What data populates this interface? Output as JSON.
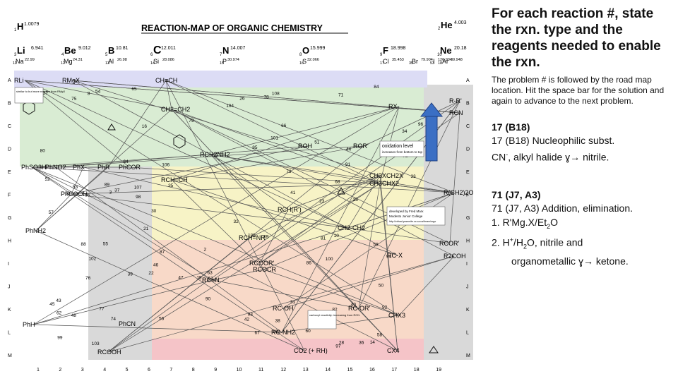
{
  "map": {
    "title": "REACTION-MAP OF ORGANIC CHEMISTRY",
    "elements_top": [
      {
        "sym": "H",
        "mass": "1.0079",
        "num": "1"
      },
      {
        "sym": "He",
        "mass": "4.003",
        "num": "2"
      }
    ],
    "elements_row2": [
      {
        "sym": "Li",
        "mass": "6.941",
        "num": "3"
      },
      {
        "sym": "Be",
        "mass": "9.012",
        "num": "4"
      },
      {
        "sym": "B",
        "mass": "10.81",
        "num": "5"
      },
      {
        "sym": "C",
        "mass": "12.011",
        "num": "6"
      },
      {
        "sym": "N",
        "mass": "14.007",
        "num": "7"
      },
      {
        "sym": "O",
        "mass": "15.999",
        "num": "8"
      },
      {
        "sym": "F",
        "mass": "18.998",
        "num": "9"
      },
      {
        "sym": "Ne",
        "mass": "20.18",
        "num": "10"
      }
    ],
    "elements_row3": [
      {
        "sym": "Na",
        "mass": "22.99",
        "num": "11"
      },
      {
        "sym": "Mg",
        "mass": "24.31",
        "num": "12"
      },
      {
        "sym": "Al",
        "mass": "26.98",
        "num": "13"
      },
      {
        "sym": "Si",
        "mass": "28.086",
        "num": "14"
      },
      {
        "sym": "P",
        "mass": "30.974",
        "num": "15"
      },
      {
        "sym": "S",
        "mass": "32.066",
        "num": "16"
      },
      {
        "sym": "Cl",
        "mass": "35.453",
        "num": "17"
      },
      {
        "sym": "Br",
        "mass": "79.904",
        "num": "35"
      },
      {
        "sym": "I",
        "mass": "126.904",
        "num": "53"
      },
      {
        "sym": "Ar",
        "mass": "39.948",
        "num": "18"
      }
    ],
    "row_letters": [
      "A",
      "B",
      "C",
      "D",
      "E",
      "F",
      "G",
      "H",
      "I",
      "J",
      "K",
      "L",
      "M"
    ],
    "col_numbers": [
      "1",
      "2",
      "3",
      "4",
      "5",
      "6",
      "7",
      "8",
      "9",
      "10",
      "11",
      "12",
      "13",
      "14",
      "15",
      "16",
      "17",
      "18",
      "19"
    ],
    "compounds": [
      {
        "t": "RLi"
      },
      {
        "t": "RMgX"
      },
      {
        "t": "CH≡CH"
      },
      {
        "t": "CH2=CH2"
      },
      {
        "t": "RX"
      },
      {
        "t": "R-R'"
      },
      {
        "t": "RCN"
      },
      {
        "t": "ROH"
      },
      {
        "t": "ROR'"
      },
      {
        "t": "RCH2NH2"
      },
      {
        "t": "PhSO3H"
      },
      {
        "t": "PhNO2"
      },
      {
        "t": "PhX"
      },
      {
        "t": "PhR"
      },
      {
        "t": "PhCOR"
      },
      {
        "t": "RCH=CH"
      },
      {
        "t": "CH3XCH2X"
      },
      {
        "t": "CH3CHX2"
      },
      {
        "t": "RCH(R')"
      },
      {
        "t": "R(CH2)2OH"
      },
      {
        "t": "RCH=NR"
      },
      {
        "t": "CH2-CH2"
      },
      {
        "t": "RCOOR'"
      },
      {
        "t": "RC-X"
      },
      {
        "t": "R2COH"
      },
      {
        "t": "RCOCR"
      },
      {
        "t": "RC≡N"
      },
      {
        "t": "RC-OH"
      },
      {
        "t": "RC-OR'"
      },
      {
        "t": "CHX3"
      },
      {
        "t": "RC-NH2"
      },
      {
        "t": "PhCN"
      },
      {
        "t": "RCOOH"
      },
      {
        "t": "CO2 (+ RH)"
      },
      {
        "t": "CX4"
      },
      {
        "t": "PhH"
      },
      {
        "t": "PhNH2"
      },
      {
        "t": "PhCOOH"
      },
      {
        "t": "RCOR'"
      }
    ],
    "arrow_numbers": [
      "2",
      "3",
      "8",
      "10",
      "14",
      "16",
      "19",
      "21",
      "22",
      "23",
      "25",
      "26",
      "27",
      "28",
      "30",
      "31",
      "32",
      "33",
      "34",
      "35",
      "36",
      "37",
      "38",
      "39",
      "40",
      "41",
      "42",
      "43",
      "44",
      "45",
      "46",
      "47",
      "48",
      "50",
      "51",
      "52",
      "53",
      "54",
      "55",
      "56",
      "57",
      "58",
      "59",
      "60",
      "61",
      "62",
      "63",
      "64",
      "65",
      "66",
      "67",
      "68",
      "69",
      "71",
      "72",
      "73",
      "74",
      "75",
      "76",
      "77",
      "78",
      "79",
      "80",
      "81",
      "82",
      "83",
      "84",
      "85",
      "86",
      "87",
      "88",
      "89",
      "90",
      "91",
      "92",
      "93",
      "94",
      "95",
      "96",
      "97",
      "98",
      "99",
      "100",
      "101",
      "102",
      "103",
      "104",
      "105",
      "106",
      "107",
      "108",
      "109"
    ],
    "notes": {
      "similar": "similar to but more reactive than RMgX",
      "oxidation": "oxidation level",
      "oxidation_sub": "increases from bottom to top",
      "credit1": "developed by Fred Marx",
      "credit2": "Modesto Junior College",
      "credit3": "http://virtual.yosemite.cc.ca.us/fmarx/orgo",
      "carboxyl": "carboxyl reactivity: increasing from RCN"
    }
  },
  "panel": {
    "title": "For each reaction #, state the rxn. type and the reagents needed to enable the rxn.",
    "hint": "The problem # is followed by the road map location.  Hit the space bar for the solution and again to advance to the next problem.",
    "p1_head": "17  (B18)",
    "p1_line1": "17 (B18)   Nucleophilic subst.",
    "p1_line2a": "CN",
    "p1_sup": "-",
    "p1_line2b": ", alkyl halide ",
    "p1_arrow": "ɣ→",
    "p1_line2c": " nitrile.",
    "p2_head": "71  (J7, A3)",
    "p2_line1": "71 (J7, A3)  Addition, elimination.",
    "p2_item1": "1.  R'Mg.X/Et",
    "p2_item1_sub": "2",
    "p2_item1_end": "O",
    "p2_item2a": "2.  H",
    "p2_item2_sup": "+",
    "p2_item2b": "/H",
    "p2_item2_sub": "2",
    "p2_item2c": "O, nitrile and",
    "p2_item3a": "organometallic ",
    "p2_item3_arrow": "ɣ→",
    "p2_item3b": " ketone."
  },
  "colors": {
    "band_blue": "#dcdcf5",
    "band_green": "#d9ecd3",
    "band_yellow": "#f7f3c6",
    "band_orange": "#f8d9c8",
    "band_pink": "#f5c4c8",
    "band_grey": "#d9d9d9",
    "arrow_blue": "#3b6fc4"
  }
}
